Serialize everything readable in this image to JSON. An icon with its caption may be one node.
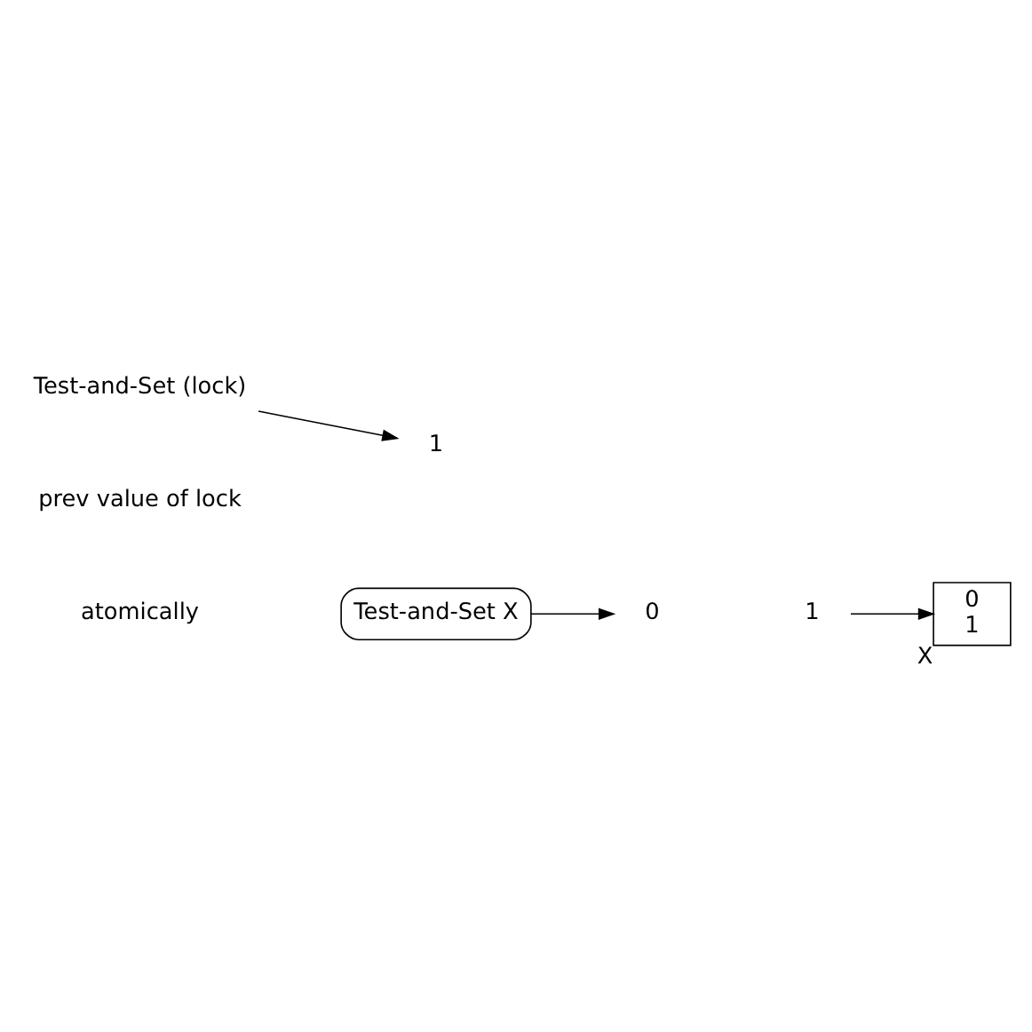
{
  "diagram": {
    "nodes": [
      {
        "text": [
          "Test-and-Set X"
        ]
      },
      {
        "text": [
          "0"
        ]
      },
      {
        "text": [
          "0",
          "1"
        ],
        "beside": [
          "X"
        ]
      },
      {
        "text": [
          "1"
        ]
      },
      {
        "text": [
          "Test-and-Set (lock)"
        ]
      },
      {
        "text": [
          "1"
        ]
      }
    ],
    "edges": [
      {
        "from": 0,
        "to": 1,
        "arrow": "to"
      },
      {
        "from": 3,
        "to": 2,
        "arrow": "to"
      },
      {
        "from": 4,
        "to": 5,
        "arrow": "to"
      }
    ],
    "labels": [
      "atomically",
      "prev value of lock"
    ]
  }
}
